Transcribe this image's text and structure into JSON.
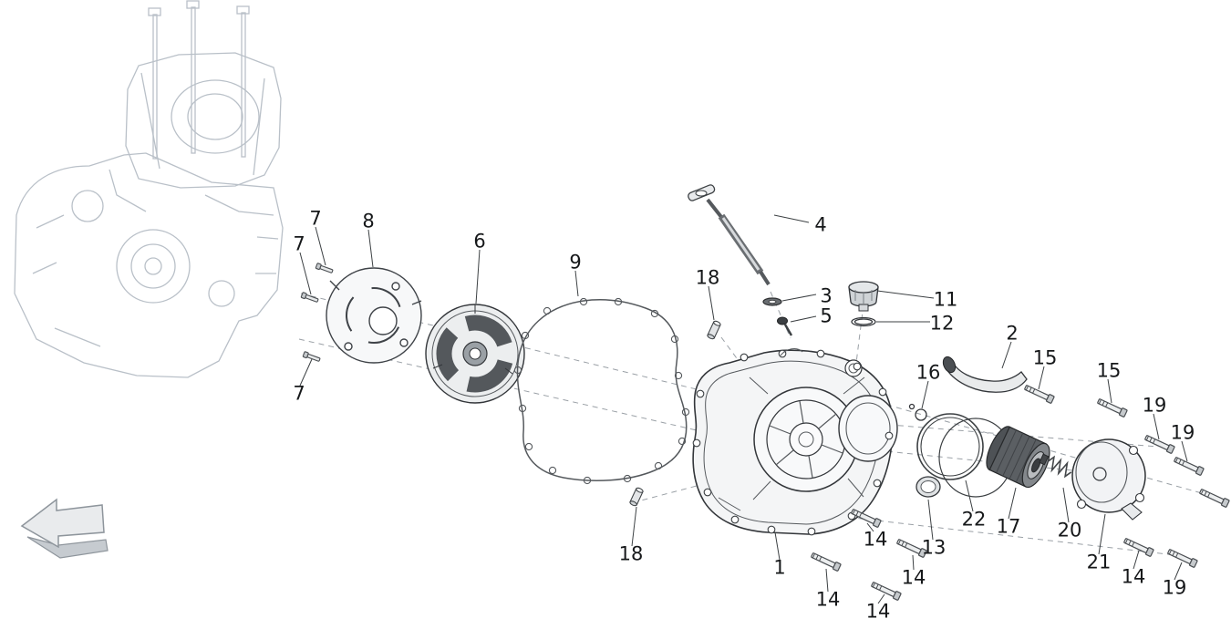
{
  "diagram": {
    "colors": {
      "background": "#ffffff",
      "dark_line": "#3c4043",
      "faded_line": "#b9c0c8",
      "label_text": "#16181a"
    },
    "callouts": [
      {
        "label": "7"
      },
      {
        "label": "7"
      },
      {
        "label": "8"
      },
      {
        "label": "6"
      },
      {
        "label": "9"
      },
      {
        "label": "4"
      },
      {
        "label": "18"
      },
      {
        "label": "3"
      },
      {
        "label": "5"
      },
      {
        "label": "11"
      },
      {
        "label": "12"
      },
      {
        "label": "2"
      },
      {
        "label": "16"
      },
      {
        "label": "15"
      },
      {
        "label": "15"
      },
      {
        "label": "19"
      },
      {
        "label": "19"
      },
      {
        "label": "7"
      },
      {
        "label": "18"
      },
      {
        "label": "1"
      },
      {
        "label": "14"
      },
      {
        "label": "14"
      },
      {
        "label": "14"
      },
      {
        "label": "14"
      },
      {
        "label": "13"
      },
      {
        "label": "22"
      },
      {
        "label": "17"
      },
      {
        "label": "20"
      },
      {
        "label": "21"
      },
      {
        "label": "14"
      },
      {
        "label": "19"
      }
    ]
  }
}
